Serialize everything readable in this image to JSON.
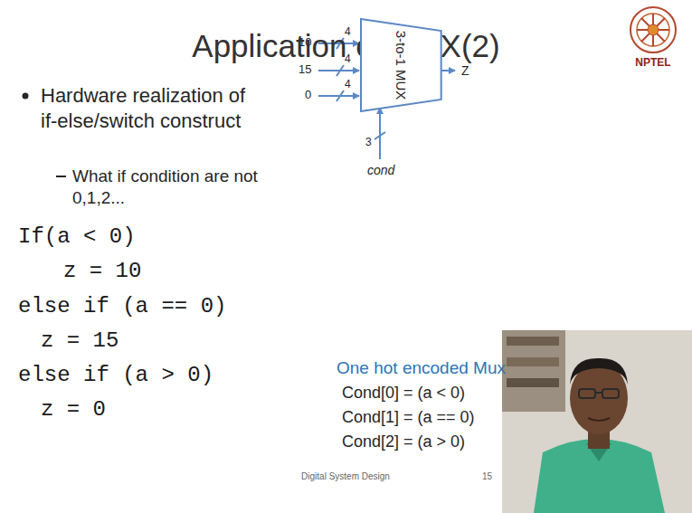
{
  "diagram": {
    "title": "Application of MUX(2)",
    "nodes": [
      {
        "text": [
          "3-to-1 MUX"
        ]
      }
    ],
    "labels": [
      "NPTEL",
      "Hardware realization of if-else/switch construct",
      "What if condition are not 0,1,2...",
      "If(a < 0)",
      "z = 10",
      "else if (a == 0)",
      "z = 15",
      "else if (a > 0)",
      "z = 0",
      "10",
      "4",
      "15",
      "4",
      "0",
      "4",
      "4",
      "Z",
      "3",
      "cond",
      "One hot encoded Mux",
      "Cond[0] = (a < 0)",
      "Cond[1] = (a == 0)",
      "Cond[2] = (a > 0)",
      "Digital System Design",
      "15"
    ]
  }
}
